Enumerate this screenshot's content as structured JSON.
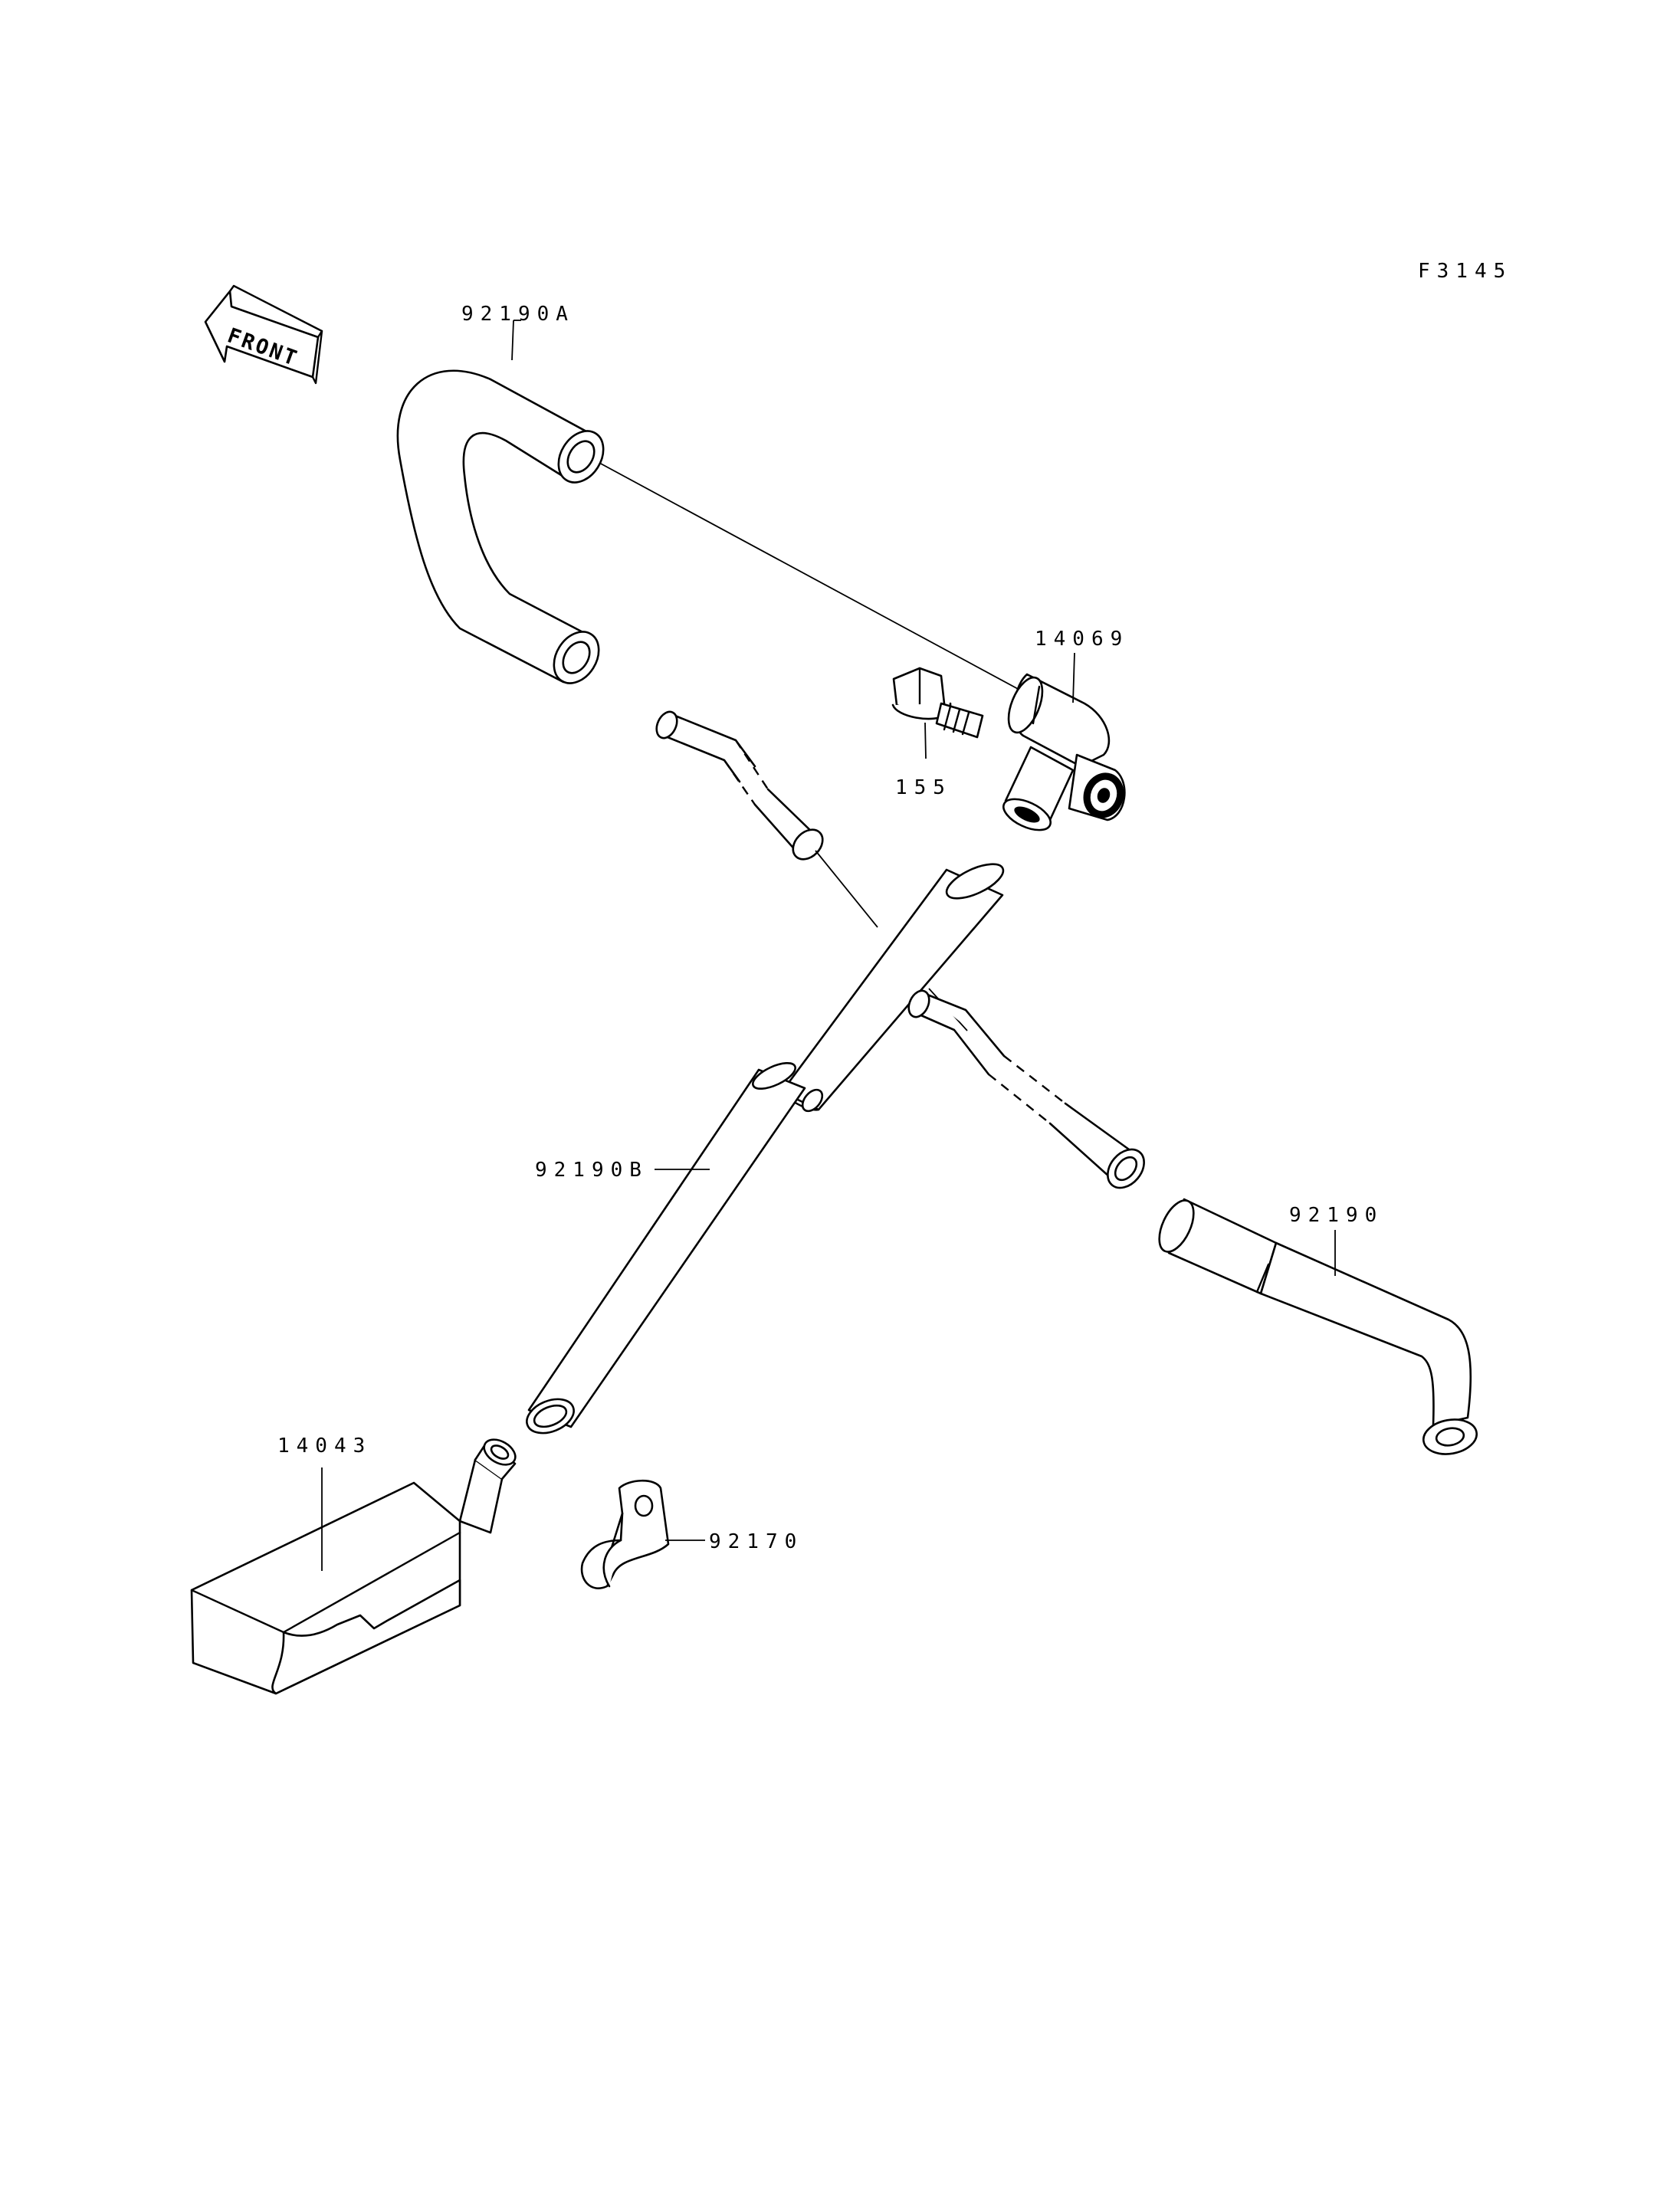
{
  "figure_code": "F3145",
  "front_indicator": {
    "label": "FRONT",
    "icon": "front-arrow-icon"
  },
  "parts": [
    {
      "number": "92190A",
      "description": "curved hose"
    },
    {
      "number": "14069",
      "description": "elbow fitting with mounting tab"
    },
    {
      "number": "155",
      "description": "bolt"
    },
    {
      "number": "92190B",
      "description": "straight hose (two sections)"
    },
    {
      "number": "92190",
      "description": "bent hose with reduced end"
    },
    {
      "number": "14043",
      "description": "box with angled outlet pipe"
    },
    {
      "number": "92170",
      "description": "hose clamp"
    }
  ],
  "colors": {
    "line": "#000000",
    "background": "#ffffff"
  }
}
